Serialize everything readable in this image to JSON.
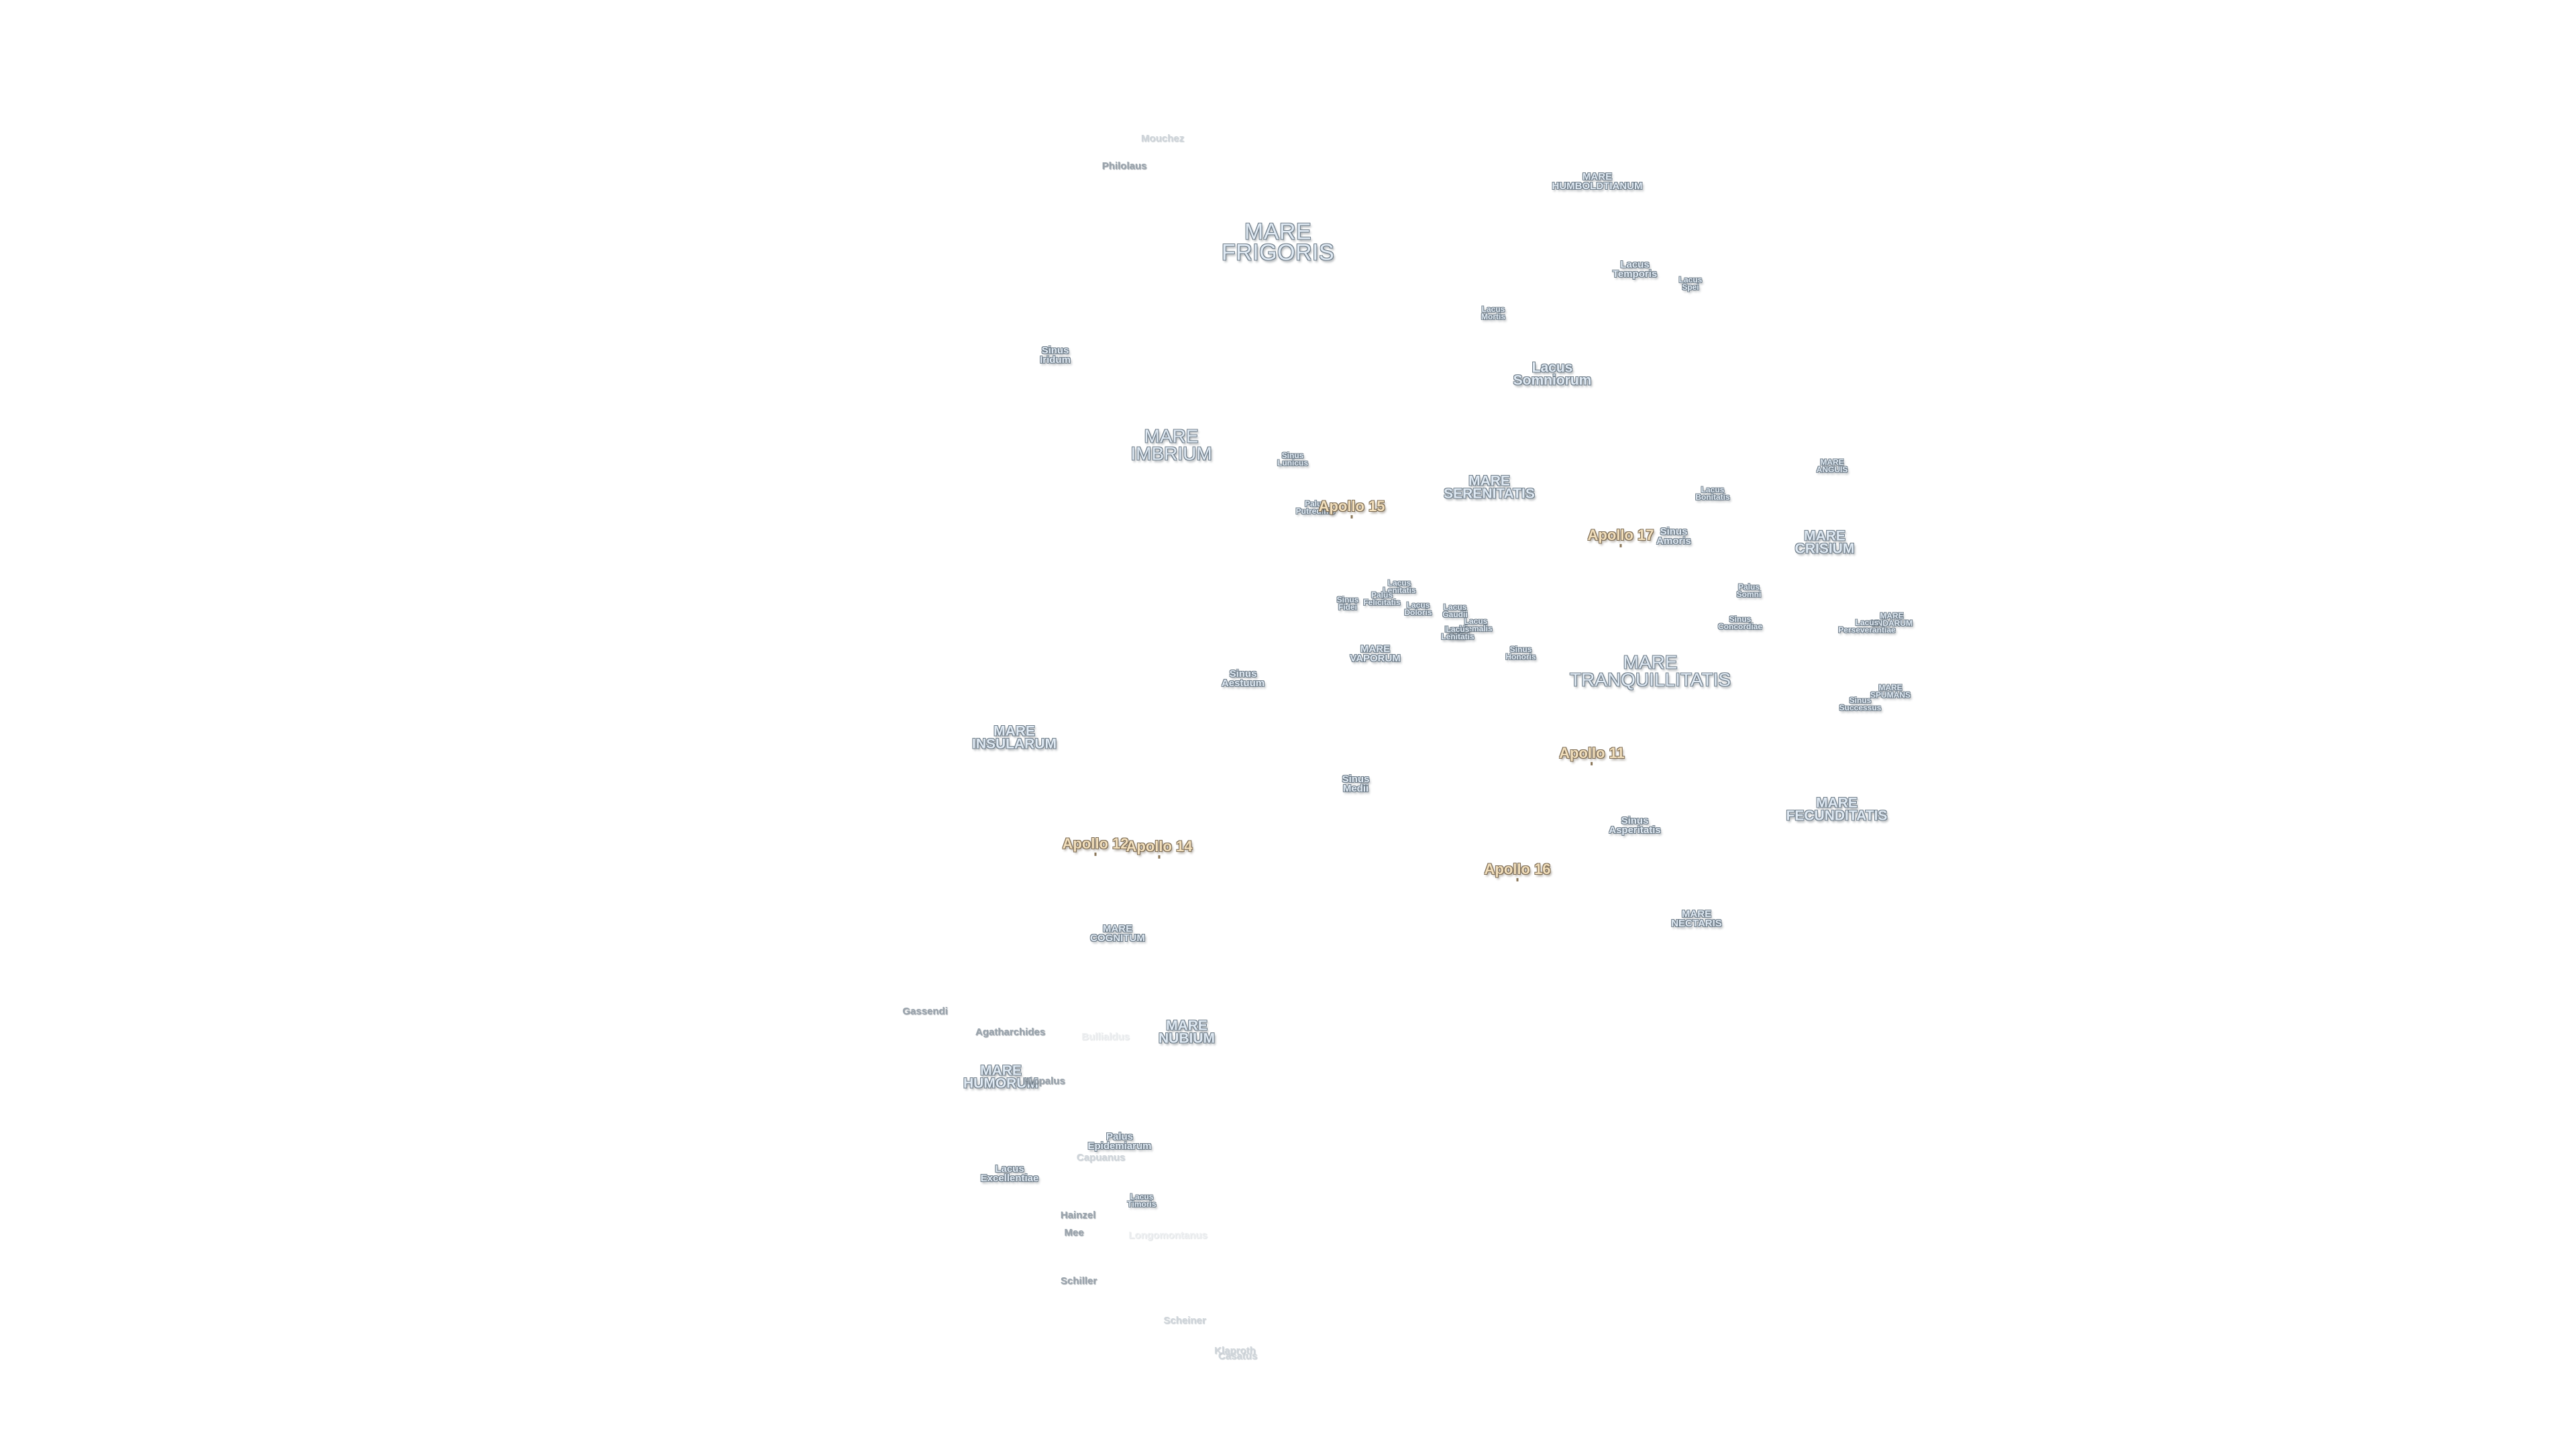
{
  "map_labels": [
    {
      "id": "mouchez",
      "lines": [
        "Mouchez"
      ],
      "kind": "crater faint"
    },
    {
      "id": "philolaus",
      "lines": [
        "Philolaus"
      ],
      "kind": "crater"
    },
    {
      "id": "mare-humboldtianum",
      "lines": [
        "MARE",
        "HUMBOLDTIANUM"
      ],
      "kind": "mare-s"
    },
    {
      "id": "mare-frigoris",
      "lines": [
        "MARE",
        "FRIGORIS"
      ],
      "kind": "mare-xl"
    },
    {
      "id": "lacus-temporis",
      "lines": [
        "Lacus",
        "Temporis"
      ],
      "kind": "minor"
    },
    {
      "id": "lacus-spei",
      "lines": [
        "Lacus",
        "Spei"
      ],
      "kind": "tiny"
    },
    {
      "id": "lacus-mortis",
      "lines": [
        "Lacus",
        "Mortis"
      ],
      "kind": "tiny"
    },
    {
      "id": "sinus-iridum",
      "lines": [
        "Sinus",
        "Iridum"
      ],
      "kind": "minor"
    },
    {
      "id": "lacus-somniorum",
      "lines": [
        "Lacus",
        "Somniorum"
      ],
      "kind": "mare-m"
    },
    {
      "id": "mare-imbrium",
      "lines": [
        "MARE",
        "IMBRIUM"
      ],
      "kind": "mare-l"
    },
    {
      "id": "sinus-lunicus",
      "lines": [
        "Sinus",
        "Lunicus"
      ],
      "kind": "tiny"
    },
    {
      "id": "mare-anguis",
      "lines": [
        "MARE",
        "ANGUIS"
      ],
      "kind": "tiny"
    },
    {
      "id": "mare-serenitatis",
      "lines": [
        "MARE",
        "SERENITATIS"
      ],
      "kind": "mare-m"
    },
    {
      "id": "lacus-bonitatis",
      "lines": [
        "Lacus",
        "Bonitatis"
      ],
      "kind": "tiny"
    },
    {
      "id": "palus-putredinis",
      "lines": [
        "Palus",
        "Putredinis"
      ],
      "kind": "tiny"
    },
    {
      "id": "apollo-15",
      "lines": [
        "Apollo 15"
      ],
      "kind": "apollo"
    },
    {
      "id": "apollo-17",
      "lines": [
        "Apollo 17"
      ],
      "kind": "apollo"
    },
    {
      "id": "sinus-amoris",
      "lines": [
        "Sinus",
        "Amoris"
      ],
      "kind": "minor"
    },
    {
      "id": "mare-crisium",
      "lines": [
        "MARE",
        "CRISIUM"
      ],
      "kind": "mare-m"
    },
    {
      "id": "lacus-lenitatis",
      "lines": [
        "Lacus",
        "Lenitatis"
      ],
      "kind": "tiny"
    },
    {
      "id": "palus-felicitatis",
      "lines": [
        "Palus",
        "Felicitatis"
      ],
      "kind": "tiny"
    },
    {
      "id": "sinus-fidei",
      "lines": [
        "Sinus",
        "Fidei"
      ],
      "kind": "tiny"
    },
    {
      "id": "lacus-doloris",
      "lines": [
        "Lacus",
        "Doloris"
      ],
      "kind": "tiny"
    },
    {
      "id": "lacus-gaudii",
      "lines": [
        "Lacus",
        "Gaudii"
      ],
      "kind": "tiny"
    },
    {
      "id": "lacus-hiemalis",
      "lines": [
        "Lacus",
        "Hiemalis"
      ],
      "kind": "tiny"
    },
    {
      "id": "lacus-odii",
      "lines": [
        "Lacus",
        "Odii"
      ],
      "kind": "tiny"
    },
    {
      "id": "lacus-lenitatis-2",
      "lines": [
        "Lacus",
        "Lenitatis"
      ],
      "kind": "tiny"
    },
    {
      "id": "palus-somni",
      "lines": [
        "Palus",
        "Somni"
      ],
      "kind": "tiny"
    },
    {
      "id": "mare-undarum",
      "lines": [
        "MARE",
        "UNDARUM"
      ],
      "kind": "tiny"
    },
    {
      "id": "lacus-perseverantiae",
      "lines": [
        "Lacus",
        "Perseverantiae"
      ],
      "kind": "tiny"
    },
    {
      "id": "sinus-concordiae",
      "lines": [
        "Sinus",
        "Concordiae"
      ],
      "kind": "tiny"
    },
    {
      "id": "mare-vaporum",
      "lines": [
        "MARE",
        "VAPORUM"
      ],
      "kind": "mare-s"
    },
    {
      "id": "sinus-honoris",
      "lines": [
        "Sinus",
        "Honoris"
      ],
      "kind": "tiny"
    },
    {
      "id": "mare-tranquillitatis",
      "lines": [
        "MARE",
        "TRANQUILLITATIS"
      ],
      "kind": "mare-l"
    },
    {
      "id": "sinus-aestuum",
      "lines": [
        "Sinus",
        "Aestuum"
      ],
      "kind": "minor"
    },
    {
      "id": "mare-spumans",
      "lines": [
        "MARE",
        "SPUMANS"
      ],
      "kind": "tiny"
    },
    {
      "id": "sinus-successus",
      "lines": [
        "Sinus",
        "Successus"
      ],
      "kind": "tiny"
    },
    {
      "id": "mare-insularum",
      "lines": [
        "MARE",
        "INSULARUM"
      ],
      "kind": "mare-m"
    },
    {
      "id": "apollo-11",
      "lines": [
        "Apollo 11"
      ],
      "kind": "apollo"
    },
    {
      "id": "sinus-medii",
      "lines": [
        "Sinus",
        "Medii"
      ],
      "kind": "minor"
    },
    {
      "id": "mare-fecunditatis",
      "lines": [
        "MARE",
        "FECUNDITATIS"
      ],
      "kind": "mare-m"
    },
    {
      "id": "sinus-asperitatis",
      "lines": [
        "Sinus",
        "Asperitatis"
      ],
      "kind": "minor"
    },
    {
      "id": "apollo-12",
      "lines": [
        "Apollo 12"
      ],
      "kind": "apollo"
    },
    {
      "id": "apollo-14",
      "lines": [
        "Apollo 14"
      ],
      "kind": "apollo"
    },
    {
      "id": "apollo-16",
      "lines": [
        "Apollo 16"
      ],
      "kind": "apollo"
    },
    {
      "id": "mare-nectaris",
      "lines": [
        "MARE",
        "NECTARIS"
      ],
      "kind": "mare-s"
    },
    {
      "id": "mare-cognitum",
      "lines": [
        "MARE",
        "COGNITUM"
      ],
      "kind": "mare-s"
    },
    {
      "id": "gassendi",
      "lines": [
        "Gassendi"
      ],
      "kind": "crater"
    },
    {
      "id": "agatharchides",
      "lines": [
        "Agatharchides"
      ],
      "kind": "crater"
    },
    {
      "id": "bullialdus",
      "lines": [
        "Bullialdus"
      ],
      "kind": "crater ghost"
    },
    {
      "id": "mare-nubium",
      "lines": [
        "MARE",
        "NUBIUM"
      ],
      "kind": "mare-m"
    },
    {
      "id": "mare-humorum",
      "lines": [
        "MARE",
        "HUMORUM"
      ],
      "kind": "mare-m"
    },
    {
      "id": "hippalus",
      "lines": [
        "Hippalus"
      ],
      "kind": "crater"
    },
    {
      "id": "palus-epidemiarum",
      "lines": [
        "Palus",
        "Epidemiarum"
      ],
      "kind": "mare-s"
    },
    {
      "id": "capuanus",
      "lines": [
        "Capuanus"
      ],
      "kind": "crater faint"
    },
    {
      "id": "lacus-excellentiae",
      "lines": [
        "Lacus",
        "Excellentiae"
      ],
      "kind": "minor"
    },
    {
      "id": "lacus-timoris",
      "lines": [
        "Lacus",
        "Timoris"
      ],
      "kind": "tiny"
    },
    {
      "id": "hainzel",
      "lines": [
        "Hainzel"
      ],
      "kind": "crater"
    },
    {
      "id": "mee",
      "lines": [
        "Mee"
      ],
      "kind": "crater"
    },
    {
      "id": "longomontanus",
      "lines": [
        "Longomontanus"
      ],
      "kind": "crater ghost"
    },
    {
      "id": "schiller",
      "lines": [
        "Schiller"
      ],
      "kind": "crater"
    },
    {
      "id": "scheiner",
      "lines": [
        "Scheiner"
      ],
      "kind": "crater faint"
    },
    {
      "id": "klaproth",
      "lines": [
        "Klaproth"
      ],
      "kind": "crater faint"
    },
    {
      "id": "casatus",
      "lines": [
        "Casatus"
      ],
      "kind": "crater faint"
    }
  ]
}
